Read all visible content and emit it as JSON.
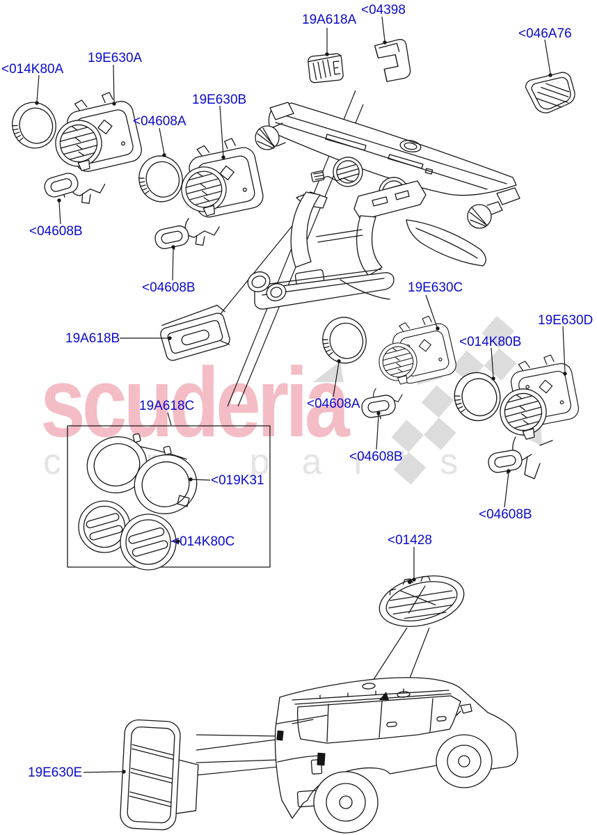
{
  "watermark": {
    "brand": "scuderia",
    "subtext": "car parts",
    "brand_color": "#f4bcc4",
    "subtext_color": "#e4e4e4",
    "checker_color": "#dcdcdc"
  },
  "diagram": {
    "label_color": "#0a0acd",
    "line_color": "#161616",
    "background": "#ffffff"
  },
  "theme": {
    "--label-color": "#0a0acd",
    "--line-color": "#161616",
    "--brand-color": "#f4bcc4",
    "--subtext-color": "#e4e4e4",
    "--checker-color": "#dcdcdc",
    "--bg": "#ffffff"
  },
  "labels": [
    {
      "part": "19A618A",
      "text": "19A618A"
    },
    {
      "part": "04398",
      "text": "<04398"
    },
    {
      "part": "046A76",
      "text": "<046A76"
    },
    {
      "part": "014K80A",
      "text": "<014K80A"
    },
    {
      "part": "19E630A",
      "text": "19E630A"
    },
    {
      "part": "19E630B",
      "text": "19E630B"
    },
    {
      "part": "04608A",
      "text": "<04608A"
    },
    {
      "part": "04608B",
      "text": "<04608B"
    },
    {
      "part": "04608B",
      "text": "<04608B"
    },
    {
      "part": "19A618B",
      "text": "19A618B"
    },
    {
      "part": "19A618C",
      "text": "19A618C"
    },
    {
      "part": "019K31",
      "text": "<019K31"
    },
    {
      "part": "014K80C",
      "text": "<014K80C"
    },
    {
      "part": "19E630C",
      "text": "19E630C"
    },
    {
      "part": "014K80B",
      "text": "<014K80B"
    },
    {
      "part": "19E630D",
      "text": "19E630D"
    },
    {
      "part": "04608A",
      "text": "<04608A"
    },
    {
      "part": "04608B",
      "text": "<04608B"
    },
    {
      "part": "04608B",
      "text": "<04608B"
    },
    {
      "part": "01428",
      "text": "<01428"
    },
    {
      "part": "19E630E",
      "text": "19E630E"
    }
  ]
}
